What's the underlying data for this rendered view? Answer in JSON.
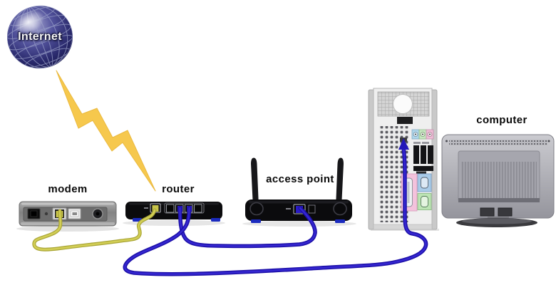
{
  "diagram": {
    "labels": {
      "internet": "Internet",
      "modem": "modem",
      "router": "router",
      "access_point": "access point",
      "computer": "computer"
    },
    "nodes": [
      {
        "id": "internet",
        "label": "Internet",
        "kind": "internet-globe"
      },
      {
        "id": "modem",
        "label": "modem",
        "kind": "broadband-modem-rear"
      },
      {
        "id": "router",
        "label": "router",
        "kind": "router-rear"
      },
      {
        "id": "access_point",
        "label": "access point",
        "kind": "wireless-access-point-rear"
      },
      {
        "id": "computer",
        "label": "computer",
        "kind": "desktop-tower-and-monitor-rear"
      }
    ],
    "connections": [
      {
        "from": "internet",
        "to": "router",
        "link": "lightning-bolt",
        "color": "#f6c84d"
      },
      {
        "from": "modem",
        "to": "router",
        "link": "ethernet-cable",
        "color": "#c8c44a"
      },
      {
        "from": "router",
        "to": "access_point",
        "link": "ethernet-cable",
        "color": "#2a1bc5"
      },
      {
        "from": "router",
        "to": "computer",
        "link": "ethernet-cable",
        "color": "#2a1bc5"
      }
    ],
    "colors": {
      "globe": "#26265e",
      "lightning": "#f6c84d",
      "cable_yellow": "#c8c44a",
      "cable_blue": "#2a1bc5",
      "device_black": "#0b0b0d",
      "modem_gray": "#8d8d8d",
      "tower_gray": "#efefef",
      "monitor_gray": "#b3b3b9",
      "foot_blue": "#1b2bbf"
    }
  }
}
